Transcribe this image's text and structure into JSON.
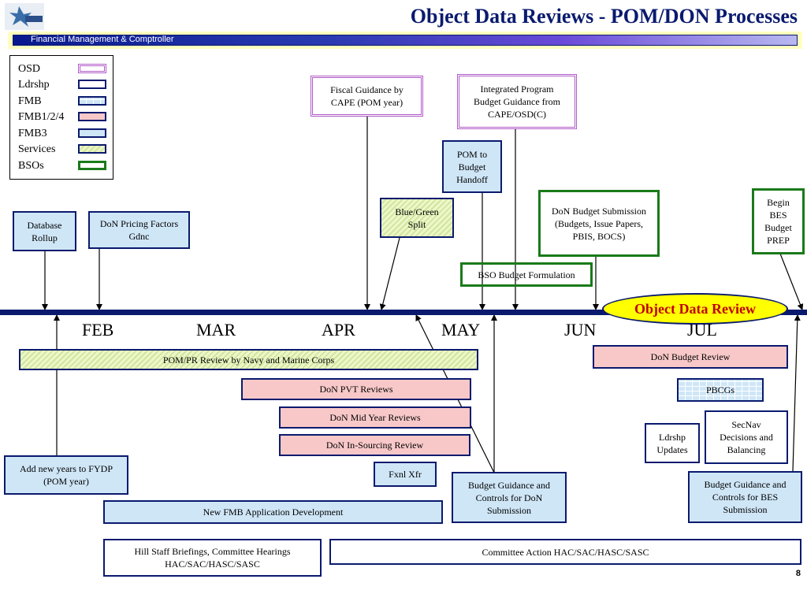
{
  "header": {
    "title": "Object Data Reviews - POM/DON Processes",
    "banner": "Financial Management & Comptroller",
    "page_number": "8"
  },
  "legend": [
    {
      "label": "OSD",
      "style": "osd"
    },
    {
      "label": "Ldrshp",
      "style": "navy-white"
    },
    {
      "label": "FMB",
      "style": "navy-brick"
    },
    {
      "label": "FMB1/2/4",
      "style": "navy-pink"
    },
    {
      "label": "FMB3",
      "style": "navy-light"
    },
    {
      "label": "Services",
      "style": "navy-hatch"
    },
    {
      "label": "BSOs",
      "style": "green"
    }
  ],
  "months": [
    "FEB",
    "MAR",
    "APR",
    "MAY",
    "JUN",
    "JUL"
  ],
  "above": {
    "database_rollup": "Database Rollup",
    "pricing_factors": "DoN Pricing Factors Gdnc",
    "fiscal_guidance": "Fiscal Guidance by CAPE (POM year)",
    "ipbg": "Integrated Program Budget Guidance from CAPE/OSD(C)",
    "pom_handoff": "POM to Budget Handoff",
    "blue_green": "Blue/Green Split",
    "don_submission": "DoN Budget Submission (Budgets, Issue Papers, PBIS, BOCS)",
    "begin_bes": "Begin BES Budget PREP",
    "bso_formulation": "BSO Budget Formulation",
    "object_data_review": "Object Data Review"
  },
  "below": {
    "pom_pr_review": "POM/PR Review by Navy and Marine Corps",
    "pvt_reviews": "DoN PVT Reviews",
    "mid_year": "DoN Mid Year Reviews",
    "insourcing": "DoN In-Sourcing Review",
    "fxnl_xfr": "Fxnl Xfr",
    "add_years": "Add new years to FYDP (POM year)",
    "guidance_don": "Budget Guidance and Controls for DoN Submission",
    "fmb_app": "New FMB Application Development",
    "don_budget_review": "DoN Budget Review",
    "pbcgs": "PBCGs",
    "ldrshp_updates": "Ldrshp Updates",
    "secnav": "SecNav Decisions and Balancing",
    "guidance_bes": "Budget Guidance and Controls for BES Submission",
    "hill_staff": "Hill Staff Briefings, Committee Hearings HAC/SAC/HASC/SASC",
    "committee_action": "Committee Action HAC/SAC/HASC/SASC"
  },
  "colors": {
    "navy": "#0a1a6e",
    "green": "#1a7a1a",
    "light_blue": "#cfe6f7",
    "pink": "#f8c8c8",
    "osd_purple": "#b05ac8",
    "highlight_yellow": "#ffff00",
    "title_blue": "#0a1a6e"
  }
}
